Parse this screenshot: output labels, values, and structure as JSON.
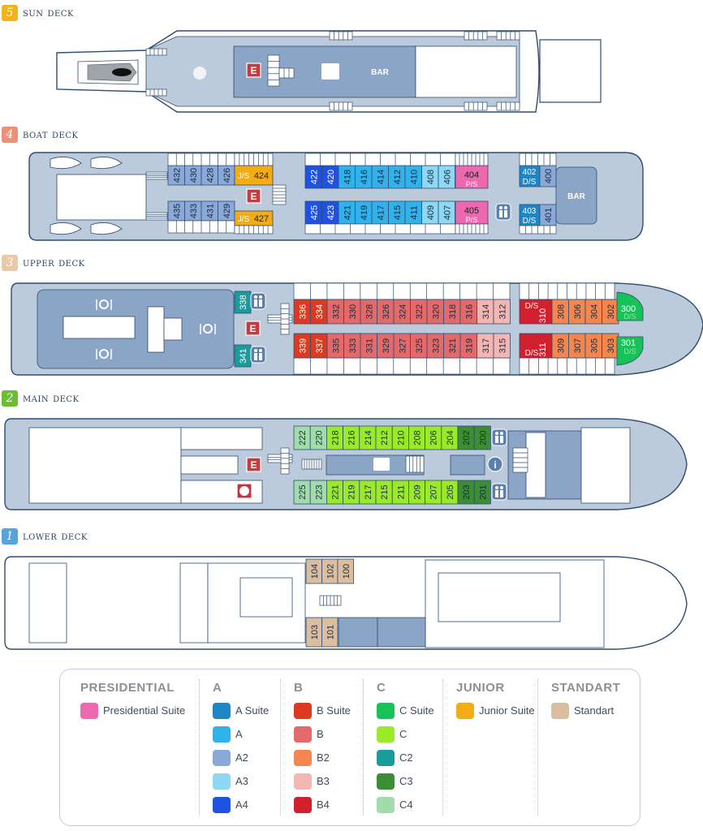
{
  "decks": [
    {
      "num": "5",
      "name": "sun deck",
      "color": "#f2b316"
    },
    {
      "num": "4",
      "name": "boat deck",
      "color": "#ee8f77"
    },
    {
      "num": "3",
      "name": "upper deck",
      "color": "#e9c8a5"
    },
    {
      "num": "2",
      "name": "main deck",
      "color": "#6cbd32"
    },
    {
      "num": "1",
      "name": "lower deck",
      "color": "#55a4dd"
    }
  ],
  "colors": {
    "hull": "#bccbdb",
    "outline": "#2f4c70",
    "area": "#8aa5c6",
    "white": "#ffffff",
    "presidential": "#ee68b0",
    "a_suite": "#1d86c4",
    "a": "#31b2ea",
    "a2": "#8aa9d9",
    "a3": "#8fd8f4",
    "a4": "#1f51e5",
    "b_suite": "#de3a1f",
    "b": "#e4696b",
    "b2": "#f4864f",
    "b3": "#f4b6b2",
    "b4": "#d2202f",
    "c_suite": "#18c258",
    "c": "#9bea29",
    "c2": "#1a9b9c",
    "c3": "#3b8e34",
    "c4": "#a3dcab",
    "junior": "#f3ac14",
    "standart": "#dbbd9f"
  },
  "labels": {
    "bar": "BAR",
    "elevator": "E",
    "ps": "P/S",
    "ds": "D/S",
    "js": "J/S"
  },
  "boat_deck": {
    "aft_top": [
      "432",
      "430",
      "428",
      "426"
    ],
    "aft_bottom": [
      "435",
      "433",
      "431",
      "429"
    ],
    "junior_top": "424",
    "junior_bottom": "427",
    "mid_top": [
      "422",
      "420",
      "418",
      "416",
      "414",
      "412",
      "410",
      "408",
      "406"
    ],
    "mid_bottom": [
      "425",
      "423",
      "421",
      "419",
      "417",
      "415",
      "411",
      "409",
      "407"
    ],
    "pres_top": "404",
    "pres_bottom": "405",
    "fwd_ds_top": "402",
    "fwd_ds_bottom": "403",
    "fwd_top": "400",
    "fwd_bottom": "401"
  },
  "upper_deck": {
    "aft_top": "338",
    "aft_bottom": "341",
    "mid_top": [
      "336",
      "334",
      "332",
      "330",
      "328",
      "326",
      "324",
      "322",
      "320",
      "318",
      "316",
      "314",
      "312"
    ],
    "mid_bottom": [
      "339",
      "337",
      "335",
      "333",
      "331",
      "329",
      "327",
      "325",
      "323",
      "321",
      "319",
      "317",
      "315"
    ],
    "fwd_top": [
      "310",
      "308",
      "306",
      "304",
      "302"
    ],
    "fwd_bottom": [
      "311",
      "309",
      "307",
      "305",
      "303"
    ],
    "bow_top": "300",
    "bow_bottom": "301"
  },
  "main_deck": {
    "top": [
      "222",
      "220",
      "218",
      "216",
      "214",
      "212",
      "210",
      "208",
      "206",
      "204",
      "202",
      "200"
    ],
    "bottom": [
      "225",
      "223",
      "221",
      "219",
      "217",
      "215",
      "211",
      "209",
      "207",
      "205",
      "203",
      "201"
    ]
  },
  "lower_deck": {
    "top": [
      "104",
      "102",
      "100"
    ],
    "bottom": [
      "103",
      "101"
    ]
  },
  "legend": [
    {
      "title": "PRESIDENTIAL",
      "items": [
        {
          "label": "Presidential Suite",
          "color": "#ee68b0"
        }
      ]
    },
    {
      "title": "A",
      "items": [
        {
          "label": "A Suite",
          "color": "#1d86c4"
        },
        {
          "label": "A",
          "color": "#31b2ea"
        },
        {
          "label": "A2",
          "color": "#8aa9d9"
        },
        {
          "label": "A3",
          "color": "#8fd8f4"
        },
        {
          "label": "A4",
          "color": "#1f51e5"
        }
      ]
    },
    {
      "title": "B",
      "items": [
        {
          "label": "B Suite",
          "color": "#de3a1f"
        },
        {
          "label": "B",
          "color": "#e4696b"
        },
        {
          "label": "B2",
          "color": "#f4864f"
        },
        {
          "label": "B3",
          "color": "#f4b6b2"
        },
        {
          "label": "B4",
          "color": "#d2202f"
        }
      ]
    },
    {
      "title": "C",
      "items": [
        {
          "label": "C Suite",
          "color": "#18c258"
        },
        {
          "label": "C",
          "color": "#9bea29"
        },
        {
          "label": "C2",
          "color": "#1a9b9c"
        },
        {
          "label": "C3",
          "color": "#3b8e34"
        },
        {
          "label": "C4",
          "color": "#a3dcab"
        }
      ]
    },
    {
      "title": "JUNIOR",
      "items": [
        {
          "label": "Junior Suite",
          "color": "#f3ac14"
        }
      ]
    },
    {
      "title": "STANDART",
      "items": [
        {
          "label": "Standart",
          "color": "#dbbd9f"
        }
      ]
    }
  ]
}
